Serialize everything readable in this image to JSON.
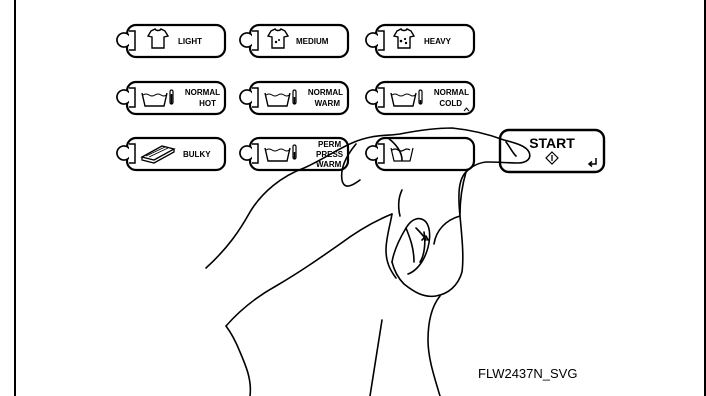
{
  "buttons": {
    "light": "LIGHT",
    "medium": "MEDIUM",
    "heavy": "HEAVY",
    "normal_hot": [
      "NORMAL",
      "HOT"
    ],
    "normal_warm": [
      "NORMAL",
      "WARM"
    ],
    "normal_cold": [
      "NORMAL",
      "COLD"
    ],
    "bulky": "BULKY",
    "perm_press_warm": [
      "PERM",
      "PRESS",
      "WARM"
    ],
    "start": "START"
  },
  "caption": "FLW2437N_SVG",
  "icons": {
    "soil": "shirt-icon",
    "temperature": "tub-thermometer-icon",
    "bulky": "folded-blanket-icon",
    "start": "diamond-start-icon",
    "enter": "enter-arrow-icon"
  }
}
